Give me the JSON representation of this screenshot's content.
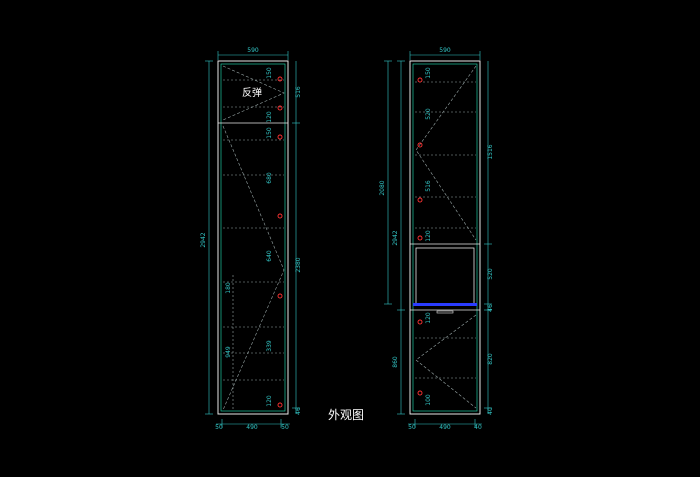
{
  "title": "外观图",
  "labels": {
    "fanTan": "反弹"
  },
  "colors": {
    "background": "#000000",
    "cabinetOutline": "#ffffff",
    "interior": "#1ec8a0",
    "dimension": "#33c8c8",
    "dash": "#9aa8a8",
    "hinge": "#ff3333",
    "accent": "#2a3cff"
  },
  "left": {
    "topWidth": "590",
    "bottomDims": [
      "50",
      "490",
      "50"
    ],
    "leftHeight": "2942",
    "rightDims": [
      "516",
      "2380",
      "46"
    ],
    "innerDims": [
      "150",
      "120",
      "150",
      "680",
      "640",
      "339",
      "120"
    ],
    "innerDimLower": [
      "180",
      "949"
    ]
  },
  "right": {
    "topWidth": "590",
    "bottomDims": [
      "50",
      "490",
      "40"
    ],
    "outerHeight": "2080",
    "leftHeight": "2942",
    "leftLower": "860",
    "rightDims": [
      "1516",
      "520",
      "46",
      "820",
      "40"
    ],
    "innerDims": [
      "150",
      "520",
      "516",
      "120",
      "120",
      "100"
    ]
  }
}
